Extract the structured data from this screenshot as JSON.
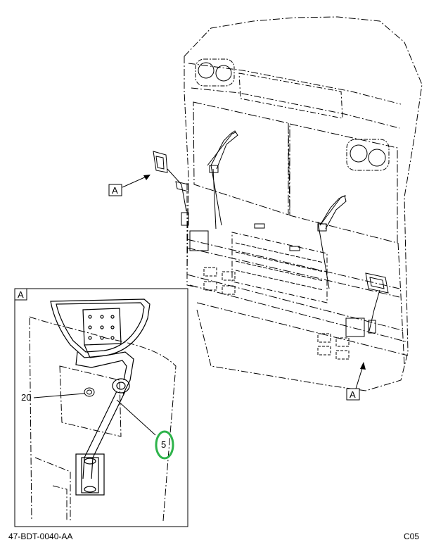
{
  "callouts": {
    "view_a_left": "A",
    "view_a_bottom": "A",
    "detail_title": "A",
    "part_20": "20",
    "part_5": "5"
  },
  "footer": {
    "figure_id": "47-BDT-0040-AA",
    "sheet_code": "C05"
  },
  "colors": {
    "line": "#000000",
    "highlight_ring": "#2db34a"
  }
}
